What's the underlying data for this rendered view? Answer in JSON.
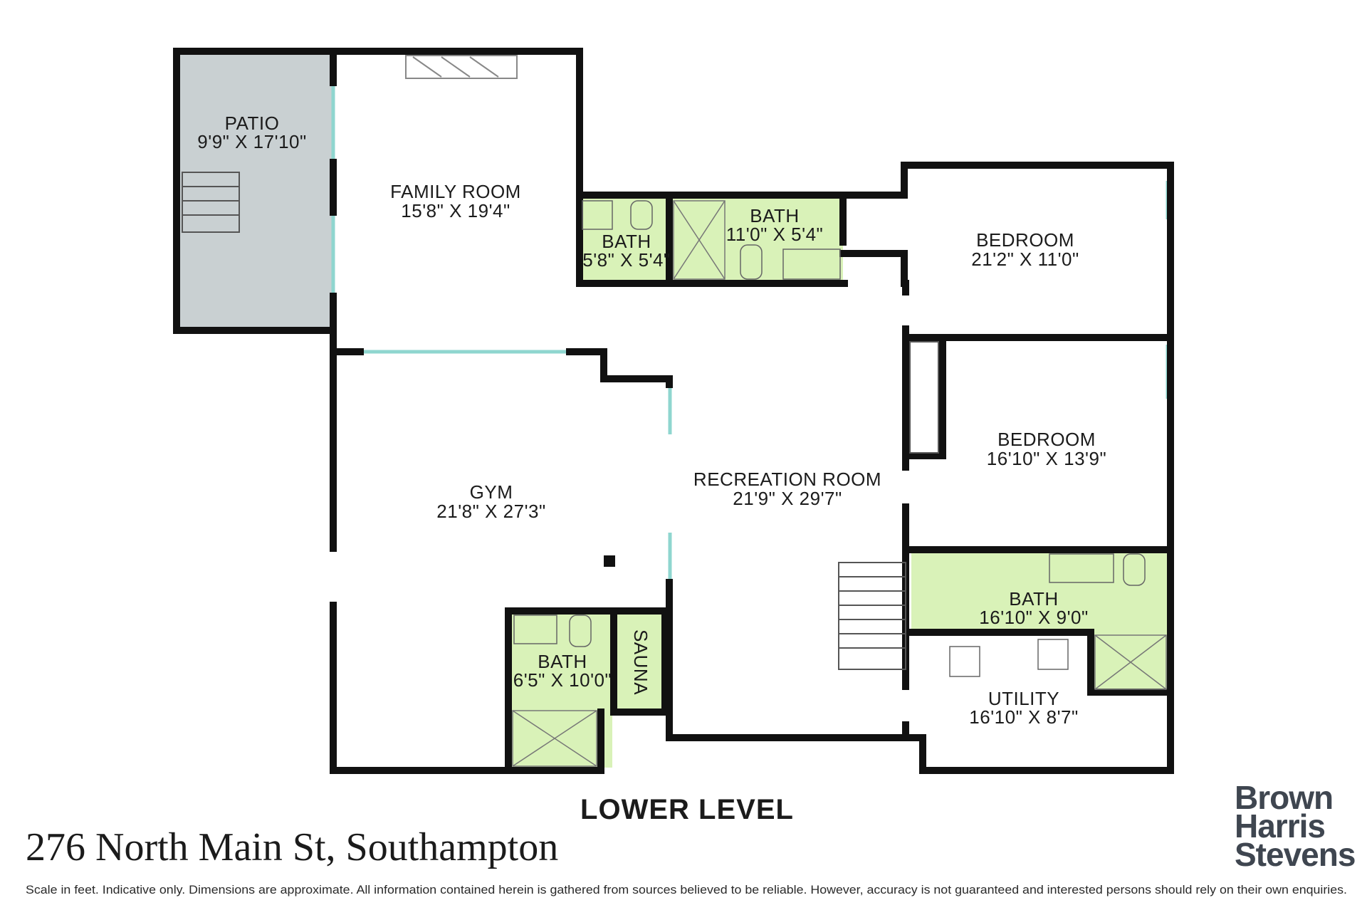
{
  "level_title": "LOWER LEVEL",
  "address": "276 North Main St, Southampton",
  "disclaimer": "Scale in feet. Indicative only. Dimensions are approximate. All information contained herein is gathered from sources believed to be reliable. However, accuracy is not guaranteed and interested persons should rely on their own enquiries.",
  "logo": {
    "line1": "Brown",
    "line2": "Harris",
    "line3": "Stevens"
  },
  "colors": {
    "wall": "#111111",
    "bath_fill": "#d9f2b8",
    "patio_fill": "#c9d0d2",
    "window": "#8fd6cf"
  },
  "rooms": {
    "patio": {
      "name": "PATIO",
      "dims": "9'9\" X 17'10\""
    },
    "family": {
      "name": "FAMILY ROOM",
      "dims": "15'8\" X 19'4\""
    },
    "bath_small": {
      "name": "BATH",
      "dims": "5'8\" X 5'4\""
    },
    "bath_mid": {
      "name": "BATH",
      "dims": "11'0\" X 5'4\""
    },
    "bedroom1": {
      "name": "BEDROOM",
      "dims": "21'2\" X 11'0\""
    },
    "bedroom2": {
      "name": "BEDROOM",
      "dims": "16'10\" X 13'9\""
    },
    "gym": {
      "name": "GYM",
      "dims": "21'8\" X 27'3\""
    },
    "recreation": {
      "name": "RECREATION ROOM",
      "dims": "21'9\" X 29'7\""
    },
    "bath_right": {
      "name": "BATH",
      "dims": "16'10\" X 9'0\""
    },
    "bath_lower": {
      "name": "BATH",
      "dims": "6'5\" X 10'0\""
    },
    "sauna": {
      "name": "SAUNA"
    },
    "utility": {
      "name": "UTILITY",
      "dims": "16'10\" X 8'7\""
    }
  }
}
